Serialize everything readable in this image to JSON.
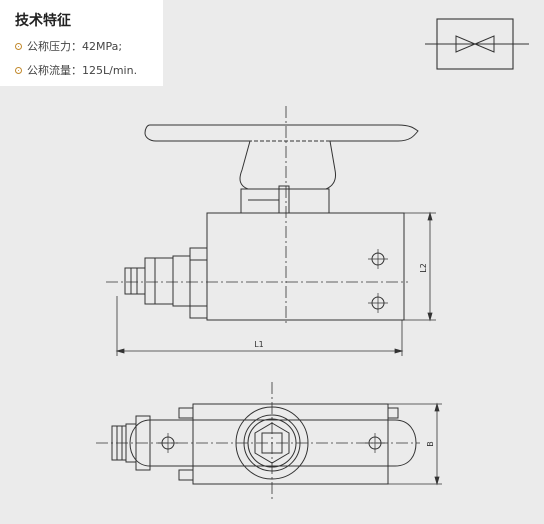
{
  "specs": {
    "title": "技术特征",
    "items": [
      {
        "label": "公称压力：",
        "value": "42MPa;"
      },
      {
        "label": "公称流量：",
        "value": "125L/min."
      }
    ],
    "bullet_color": "#c28a2e"
  },
  "symbol": {
    "icon": "valve-symbol-icon"
  },
  "dimensions": {
    "l1": "L1",
    "l2": "L2",
    "b": "B"
  },
  "colors": {
    "line": "#333333",
    "background": "#ebebeb",
    "card": "#ffffff"
  }
}
